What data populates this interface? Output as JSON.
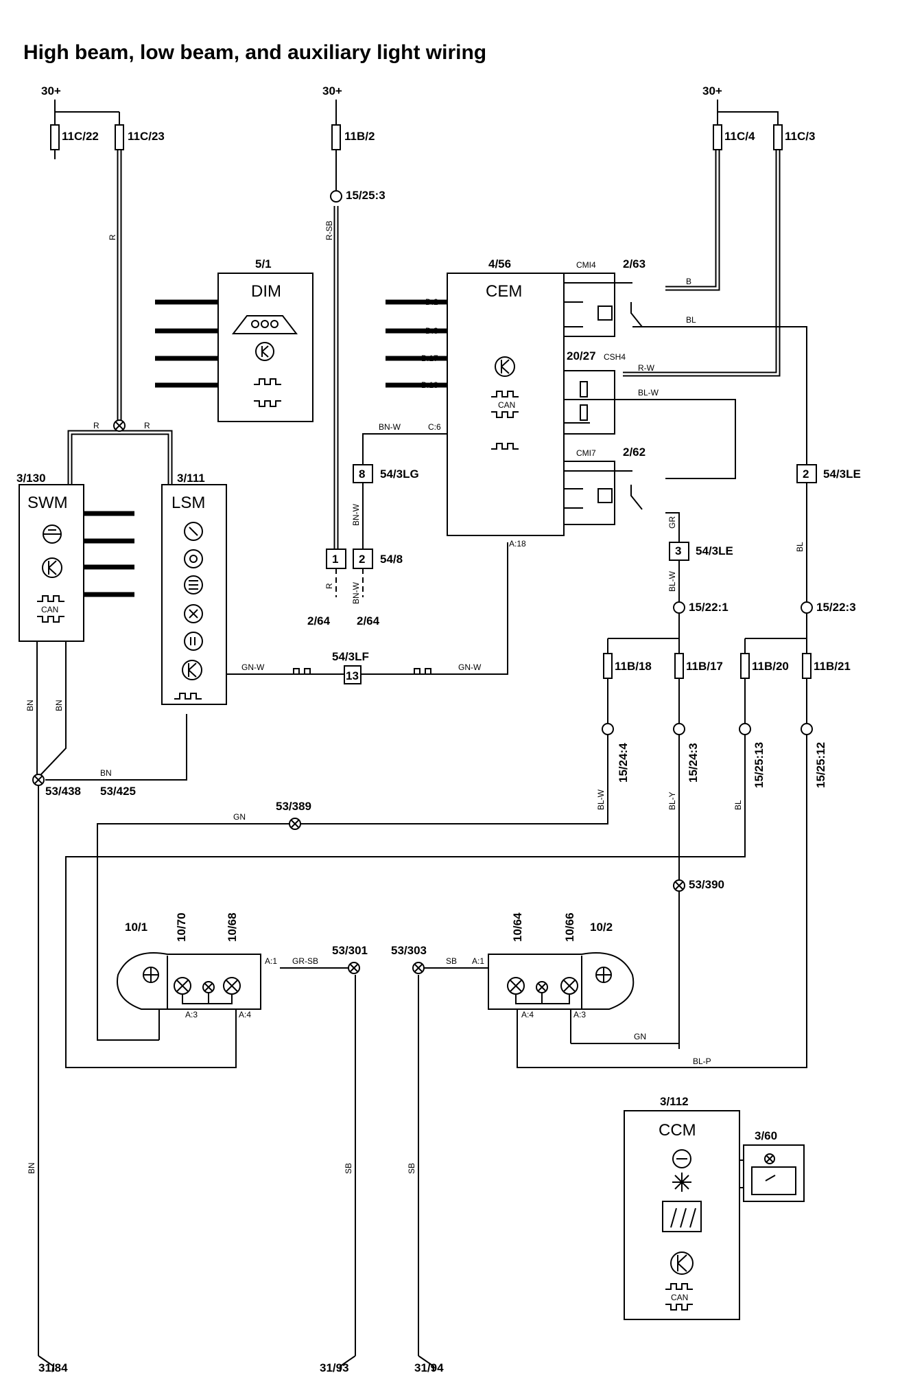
{
  "title": "High beam, low beam, and auxiliary light wiring",
  "supply_labels": [
    "30+",
    "30+",
    "30+"
  ],
  "fuses": {
    "f_11c22": "11C/22",
    "f_11c23": "11C/23",
    "f_11b2": "11B/2",
    "f_11c4": "11C/4",
    "f_11c3": "11C/3",
    "f_11b18": "11B/18",
    "f_11b17": "11B/17",
    "f_11b20": "11B/20",
    "f_11b21": "11B/21"
  },
  "modules": {
    "dim_ref": "5/1",
    "dim": "DIM",
    "cem_ref": "4/56",
    "cem": "CEM",
    "swm_ref": "3/130",
    "swm": "SWM",
    "lsm_ref": "3/111",
    "lsm": "LSM",
    "ccm_ref": "3/112",
    "ccm": "CCM",
    "relay_263": "2/63",
    "relay_263_code": "CMI4",
    "res_2027": "20/27",
    "res_2027_code": "CSH4",
    "relay_262": "2/62",
    "relay_262_code": "CMI7",
    "lamp_left": "10/1",
    "lamp_right": "10/2",
    "bulb_1070": "10/70",
    "bulb_1068": "10/68",
    "bulb_1064": "10/64",
    "bulb_1066": "10/66",
    "sw_360": "3/60",
    "can": "CAN"
  },
  "connectors": {
    "c_15253": "15/25:3",
    "c_543lg": "54/3LG",
    "c_548": "54/8",
    "c_543lf": "54/3LF",
    "c_543le_a": "54/3LE",
    "c_543le_b": "54/3LE",
    "c_15221": "15/22:1",
    "c_15223": "15/22:3",
    "c_15244": "15/24:4",
    "c_15243": "15/24:3",
    "c_152513": "15/25:13",
    "c_152512": "15/25:12",
    "num_8": "8",
    "num_1": "1",
    "num_2": "2",
    "num_13": "13",
    "num_2b": "2",
    "num_3": "3"
  },
  "splices": {
    "s_53425": "53/425",
    "s_53438": "53/438",
    "s_53389": "53/389",
    "s_53390": "53/390",
    "s_53301": "53/301",
    "s_53303": "53/303"
  },
  "grounds": [
    "31/84",
    "31/93",
    "31/94"
  ],
  "refs": [
    "2/64",
    "2/64"
  ],
  "wire_colors": {
    "r1": "R",
    "r_sb": "R-SB",
    "r2": "R",
    "r3": "R",
    "b": "B",
    "bl1": "BL",
    "r_w": "R-W",
    "bl_w1": "BL-W",
    "bn_w1": "BN-W",
    "bn_w2": "BN-W",
    "gr": "GR",
    "bl_w2": "BL-W",
    "bl2": "BL",
    "r4": "R",
    "bn_w3": "BN-W",
    "gn_w1": "GN-W",
    "gn_w2": "GN-W",
    "bn1": "BN",
    "bn2": "BN",
    "bn3": "BN",
    "gn1": "GN",
    "bl_w3": "BL-W",
    "bl_y": "BL-Y",
    "bl3": "BL",
    "gr_sb": "GR-SB",
    "sb1": "SB",
    "gn2": "GN",
    "bl_p": "BL-P",
    "bn4": "BN",
    "sb2": "SB",
    "sb3": "SB"
  },
  "pins": {
    "cem_d2": "D:2",
    "cem_d3": "D:3",
    "cem_b17": "B:17",
    "cem_b18": "B:18",
    "cem_c6": "C:6",
    "cem_a18": "A:18",
    "a1": "A:1",
    "a3": "A:3",
    "a4": "A:4",
    "a1r": "A:1",
    "a4r": "A:4",
    "a3r": "A:3"
  }
}
